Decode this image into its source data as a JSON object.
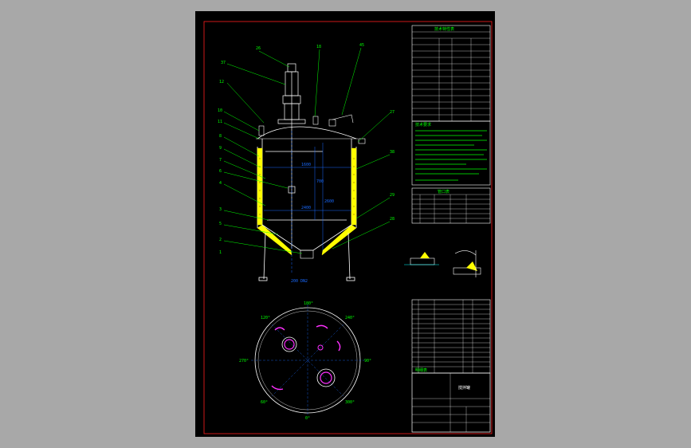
{
  "drawing": {
    "background": "#a8a8a8",
    "sheet_color": "#000000",
    "colors": {
      "frame": "#ff2020",
      "outline": "#ffffff",
      "leader": "#00ff00",
      "dimension": "#1a6bff",
      "jacket": "#ffff00",
      "hatch": "#ff30ff",
      "table_text": "#00ff00",
      "section": "#00ffff"
    }
  },
  "elevation": {
    "part_labels": [
      "37",
      "26",
      "18",
      "45",
      "12",
      "10",
      "11",
      "8",
      "9",
      "7",
      "6",
      "4",
      "3",
      "5",
      "2",
      "1",
      "27",
      "38",
      "29",
      "28"
    ],
    "dims": [
      "1600",
      "2400",
      "700",
      "2600"
    ],
    "bottom_note": "200 DN2"
  },
  "plan": {
    "angles": [
      "180°",
      "0°",
      "270°",
      "90°",
      "60°",
      "300°",
      "120°",
      "240°"
    ]
  },
  "tables": {
    "tech_title": "技术特性表",
    "notes_title": "技术要求",
    "nozzle_title": "管口表",
    "parts_title": "明细表",
    "title_block": "搅拌罐"
  }
}
